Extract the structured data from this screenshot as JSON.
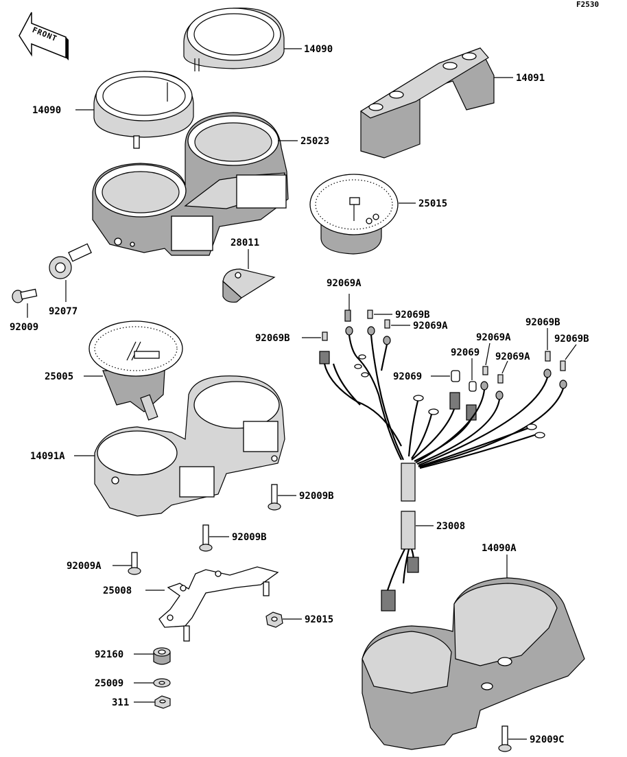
{
  "figure_code": "F2530",
  "front_indicator": "FRONT",
  "parts": {
    "bezel_top": "14090",
    "bezel_left": "14090",
    "cover": "14091",
    "meter_case": "25023",
    "tachometer": "25015",
    "cable_clip": "28011",
    "screw_left": "92009",
    "gear": "92077",
    "speedometer": "25005",
    "lower_case": "14091A",
    "screw_b_right": "92009B",
    "screw_b_mid": "92009B",
    "screw_a": "92009A",
    "bracket": "25008",
    "nut_92015": "92015",
    "damper": "92160",
    "washer": "25009",
    "nut_311": "311",
    "socket_a_top": "92069A",
    "socket_b_1": "92069B",
    "socket_a_2": "92069A",
    "socket_b_left": "92069B",
    "socket_a_3": "92069A",
    "socket_b_right": "92069B",
    "socket_b_far": "92069B",
    "bulb_1": "92069",
    "bulb_2": "92069",
    "socket_a_4": "92069A",
    "harness": "23008",
    "lower_cover": "14090A",
    "screw_c": "92009C"
  }
}
